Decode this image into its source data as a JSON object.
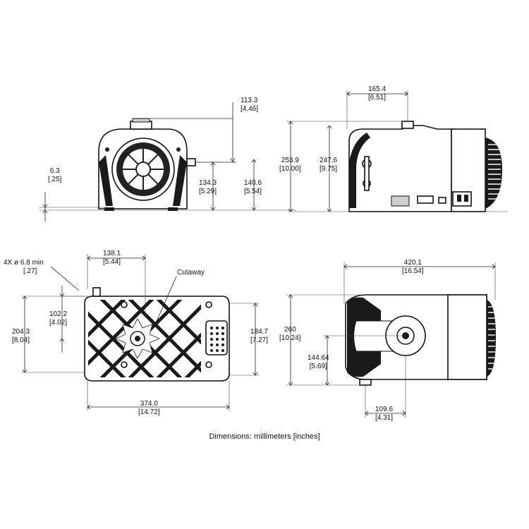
{
  "caption": "Dimensions: millimeters [inches]",
  "front_view": {
    "height_top": {
      "mm": "113.3",
      "in": "[4.46]"
    },
    "foot": {
      "mm": "6.3",
      "in": "[.25]"
    },
    "inlet_height": {
      "mm": "134.3",
      "in": "[5.29]"
    },
    "port_height": {
      "mm": "140.6",
      "in": "[5.54]"
    }
  },
  "side_view": {
    "inlet_offset": {
      "mm": "165.4",
      "in": "[6.51]"
    },
    "overall_height": {
      "mm": "253.9",
      "in": "[10.00]"
    },
    "body_height": {
      "mm": "247.6",
      "in": "[9.75]"
    }
  },
  "bottom_view": {
    "hole_note": {
      "prefix": "4X ø",
      "mm": "6.8",
      "suffix": "min",
      "in": "[.27]"
    },
    "inlet_offset": {
      "mm": "138.1",
      "in": "[5.44]"
    },
    "cutaway": "Cutaway",
    "foot_spacing_y": {
      "mm": "102.2",
      "in": "[4.02]"
    },
    "overall_width": {
      "mm": "204.3",
      "in": "[8.04]"
    },
    "foot_spacing_x2": {
      "mm": "184.7",
      "in": "[7.27]"
    },
    "overall_length": {
      "mm": "374.0",
      "in": "[14.72]"
    }
  },
  "top_view": {
    "overall_length": {
      "mm": "420.1",
      "in": "[16.54]"
    },
    "overall_depth": {
      "mm": "260",
      "in": "[10.24]"
    },
    "inlet_depth": {
      "mm": "144.64",
      "in": "[5.69]"
    },
    "port_offset": {
      "mm": "109.6",
      "in": "[4.31]"
    }
  }
}
